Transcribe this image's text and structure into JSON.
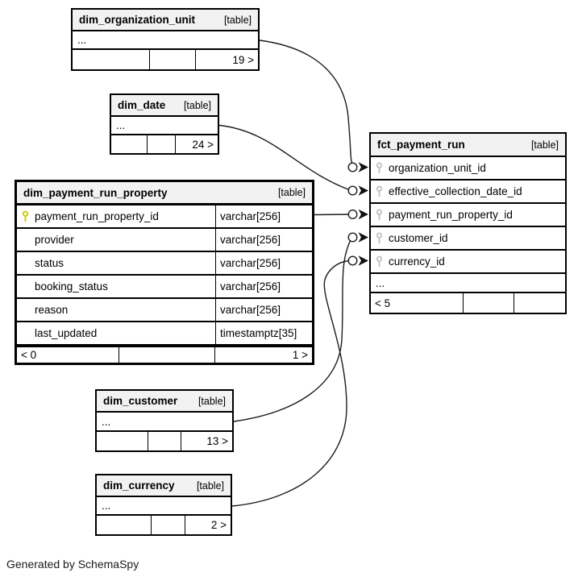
{
  "footer_note": "Generated by SchemaSpy",
  "colors": {
    "header_bg": "#f2f2f2",
    "border": "#000000",
    "primary_key_icon": "#cfcf1b",
    "foreign_key_icon": "#c6c6c6"
  },
  "tables": {
    "dim_organization_unit": {
      "title": "dim_organization_unit",
      "tag": "[table]",
      "ellipsis": "...",
      "footer_cells": [
        "",
        "",
        "19 >"
      ]
    },
    "dim_date": {
      "title": "dim_date",
      "tag": "[table]",
      "ellipsis": "...",
      "footer_cells": [
        "",
        "",
        "24 >"
      ]
    },
    "dim_payment_run_property": {
      "title": "dim_payment_run_property",
      "tag": "[table]",
      "columns": [
        {
          "name": "payment_run_property_id",
          "type": "varchar[256]",
          "key": "primary-key"
        },
        {
          "name": "provider",
          "type": "varchar[256]",
          "key": ""
        },
        {
          "name": "status",
          "type": "varchar[256]",
          "key": ""
        },
        {
          "name": "booking_status",
          "type": "varchar[256]",
          "key": ""
        },
        {
          "name": "reason",
          "type": "varchar[256]",
          "key": ""
        },
        {
          "name": "last_updated",
          "type": "timestamptz[35]",
          "key": ""
        }
      ],
      "footer_cells": [
        "< 0",
        "",
        "1 >"
      ]
    },
    "fct_payment_run": {
      "title": "fct_payment_run",
      "tag": "[table]",
      "columns": [
        {
          "name": "organization_unit_id",
          "key": "foreign-key"
        },
        {
          "name": "effective_collection_date_id",
          "key": "foreign-key"
        },
        {
          "name": "payment_run_property_id",
          "key": "foreign-key"
        },
        {
          "name": "customer_id",
          "key": "foreign-key"
        },
        {
          "name": "currency_id",
          "key": "foreign-key"
        }
      ],
      "ellipsis": "...",
      "footer_cells": [
        "< 5",
        "",
        ""
      ]
    },
    "dim_customer": {
      "title": "dim_customer",
      "tag": "[table]",
      "ellipsis": "...",
      "footer_cells": [
        "",
        "",
        "13 >"
      ]
    },
    "dim_currency": {
      "title": "dim_currency",
      "tag": "[table]",
      "ellipsis": "...",
      "footer_cells": [
        "",
        "",
        "2 >"
      ]
    }
  },
  "relationships": [
    {
      "from": "dim_organization_unit",
      "to": "fct_payment_run.organization_unit_id"
    },
    {
      "from": "dim_date",
      "to": "fct_payment_run.effective_collection_date_id"
    },
    {
      "from": "dim_payment_run_property.payment_run_property_id",
      "to": "fct_payment_run.payment_run_property_id"
    },
    {
      "from": "dim_customer",
      "to": "fct_payment_run.customer_id"
    },
    {
      "from": "dim_currency",
      "to": "fct_payment_run.currency_id"
    }
  ]
}
